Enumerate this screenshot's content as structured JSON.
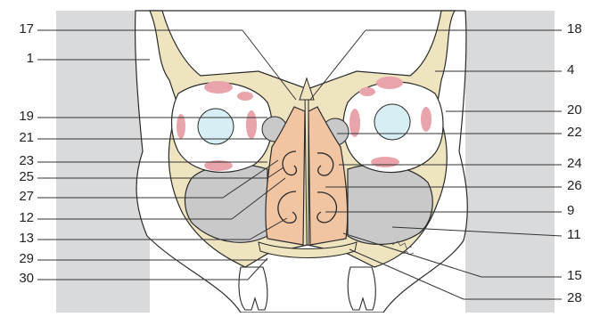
{
  "colors": {
    "gray_panel": "#d9dadb",
    "bone": "#efe4c0",
    "cavity_gray": "#c9c9c9",
    "mucosa": "#f1c4a2",
    "muscle_pink": "#e9a3aa",
    "eye_blue": "#d6eef4",
    "outline": "#2a2a2a"
  },
  "labels": {
    "left": [
      "17",
      "1",
      "19",
      "21",
      "23",
      "25",
      "27",
      "12",
      "13",
      "29",
      "30"
    ],
    "right": [
      "18",
      "4",
      "20",
      "22",
      "24",
      "26",
      "9",
      "11",
      "15",
      "28"
    ]
  }
}
